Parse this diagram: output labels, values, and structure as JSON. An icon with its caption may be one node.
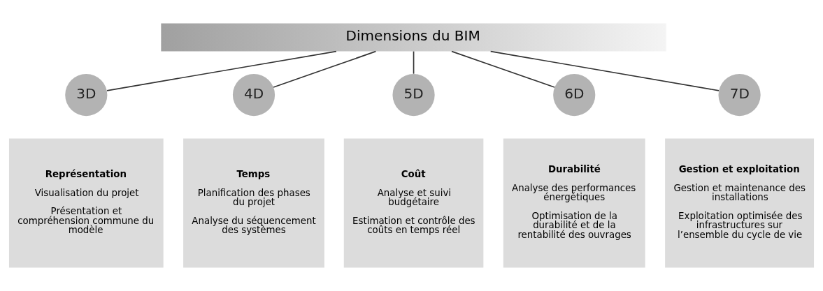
{
  "diagram": {
    "nodes": [
      {
        "text": [
          "Dimensions du BIM"
        ]
      },
      {
        "text": [
          "3D"
        ]
      },
      {
        "text": [
          "Représentation",
          "Visualisation du projet",
          "Présentation et compréhension commune du modèle"
        ]
      },
      {
        "text": [
          "4D"
        ]
      },
      {
        "text": [
          "Temps",
          "Planification des phases du projet",
          "Analyse du séquencement des systèmes"
        ]
      },
      {
        "text": [
          "5D"
        ]
      },
      {
        "text": [
          "Coût",
          "Analyse et suivi budgétaire",
          "Estimation et contrôle des coûts en temps réel"
        ]
      },
      {
        "text": [
          "6D"
        ]
      },
      {
        "text": [
          "Durabilité",
          "Analyse des performances énergétiques",
          "Optimisation de la durabilité et de la rentabilité des ouvrages"
        ]
      },
      {
        "text": [
          "7D"
        ]
      },
      {
        "text": [
          "Gestion et exploitation",
          "Gestion et maintenance des installations",
          "Exploitation optimisée des infrastructures sur l’ensemble du cycle de vie"
        ]
      }
    ],
    "edges": [
      {
        "from": 0,
        "to": 1,
        "arrow": "none"
      },
      {
        "from": 0,
        "to": 3,
        "arrow": "none"
      },
      {
        "from": 0,
        "to": 5,
        "arrow": "none"
      },
      {
        "from": 0,
        "to": 7,
        "arrow": "none"
      },
      {
        "from": 0,
        "to": 9,
        "arrow": "none"
      }
    ]
  }
}
